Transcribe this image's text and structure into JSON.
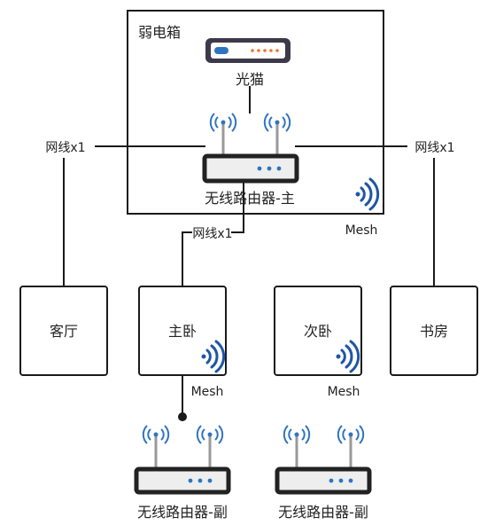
{
  "colors": {
    "line": "#1a1a1a",
    "mesh_wave": "#1f55a8",
    "wifi_wave": "#2f74c0",
    "router_body": "#eeeeee",
    "router_dots": "#2f74c0",
    "modem_body": "#3c3a4a",
    "modem_lights": "#ee7430",
    "modem_pill": "#2f74c0"
  },
  "cabinet": {
    "title": "弱电箱"
  },
  "modem": {
    "label": "光猫",
    "icon": "modem-icon"
  },
  "main_router": {
    "label": "无线路由器-主",
    "icon": "router-icon"
  },
  "cables": {
    "left": "网线x1",
    "right": "网线x1",
    "bedroom": "网线x1"
  },
  "mesh_labels": {
    "cabinet": "Mesh",
    "master_bedroom": "Mesh",
    "second_bedroom": "Mesh"
  },
  "rooms": {
    "living": "客厅",
    "master": "主卧",
    "second": "次卧",
    "study": "书房"
  },
  "sub_routers": {
    "left": "无线路由器-副",
    "right": "无线路由器-副"
  },
  "icons": [
    "modem-icon",
    "router-icon",
    "wifi-antenna-icon",
    "mesh-wave-icon",
    "junction-dot-icon"
  ]
}
